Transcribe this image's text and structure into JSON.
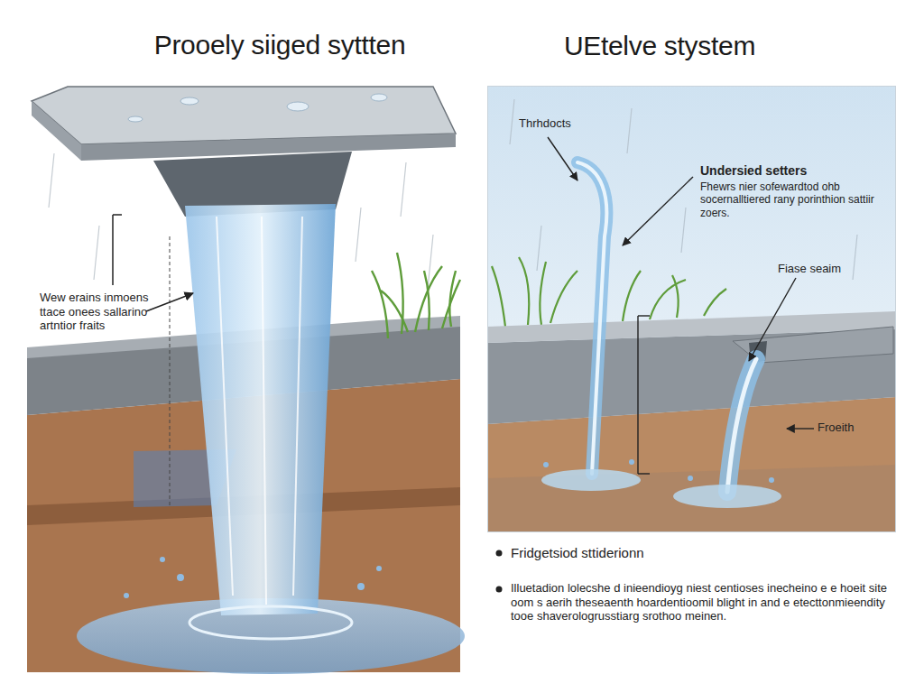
{
  "diagram": {
    "nodes": [
      {
        "text": [
          "Prooely siiged syttten"
        ]
      },
      {
        "text": [
          "UEtelve stystem"
        ]
      }
    ],
    "labels": [
      "Wew erains inmoens ttace onees sallarino artntior fraits",
      "Thrhdocts",
      "Undersied setters",
      "Fhewrs nier sofewardtod ohb socernalltiered rany porinthion sattiir zoers.",
      "Fiase seaim",
      "Froeith",
      "Fridgetsiod sttiderionn",
      "Illuetadion lolecshe d inieendioyg niest centioses inecheino e e hoeit site oom s aerih theseaenth hoardentioomil blight in and e etecttonmieendity tooe shaverologrusstiarg srothoo meinen."
    ]
  }
}
